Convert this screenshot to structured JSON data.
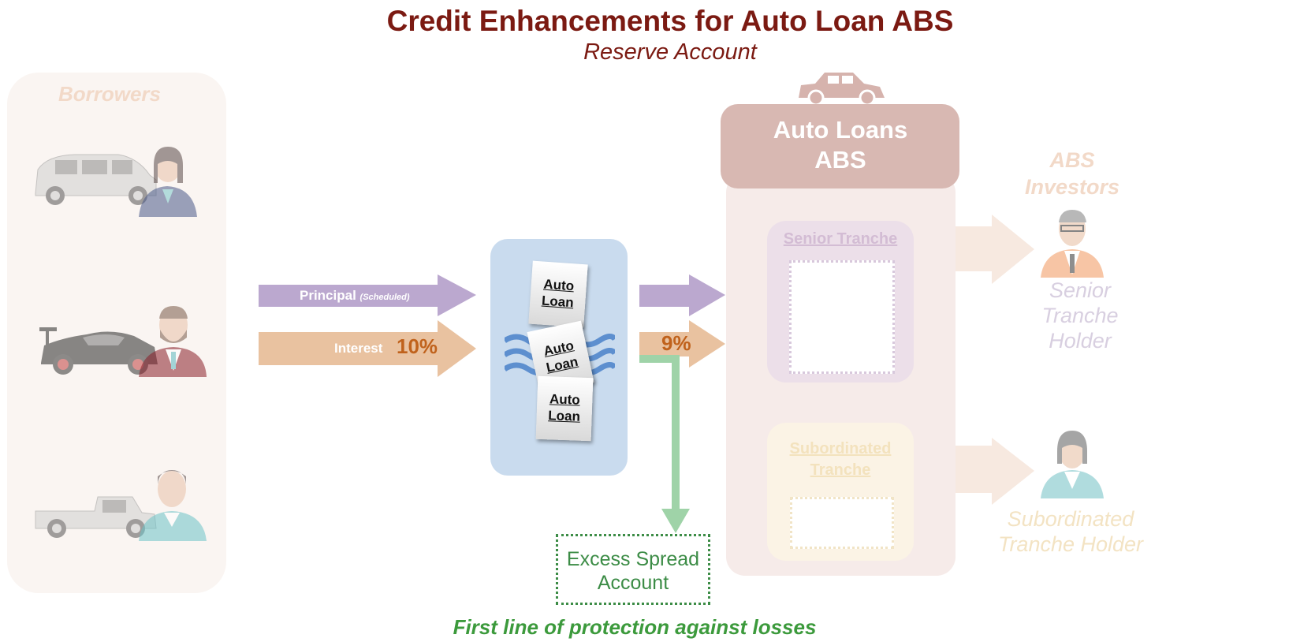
{
  "title": "Credit Enhancements for Auto Loan ABS",
  "subtitle": "Reserve Account",
  "borrowers": {
    "title": "Borrowers",
    "items": [
      {
        "vehicle": "minivan-icon",
        "person": "female-borrower-icon"
      },
      {
        "vehicle": "sports-car-icon",
        "person": "male-borrower-icon"
      },
      {
        "vehicle": "pickup-truck-icon",
        "person": "male-borrower-icon"
      }
    ]
  },
  "flows": {
    "principal_label": "Principal",
    "principal_note": "(Scheduled)",
    "interest_label": "Interest",
    "interest_rate_in": "10%",
    "interest_rate_out": "9%"
  },
  "pool": {
    "notes": [
      "Auto Loan",
      "Auto Loan",
      "Auto Loan"
    ]
  },
  "abs": {
    "header": "Auto Loans ABS",
    "senior_tranche": "Senior Tranche",
    "subordinated_tranche": "Subordinated Tranche"
  },
  "investors": {
    "title": "ABS Investors",
    "senior_holder": "Senior Tranche Holder",
    "subordinated_holder": "Subordinated Tranche Holder"
  },
  "excess_spread": {
    "label": "Excess Spread Account",
    "caption": "First line of protection against losses"
  },
  "colors": {
    "title": "#7b1a12",
    "principal_arrow": "#bba8cf",
    "interest_arrow": "#e9c2a0",
    "excess_arrow": "#9fd3a8",
    "excess_text": "#3c8c46"
  }
}
